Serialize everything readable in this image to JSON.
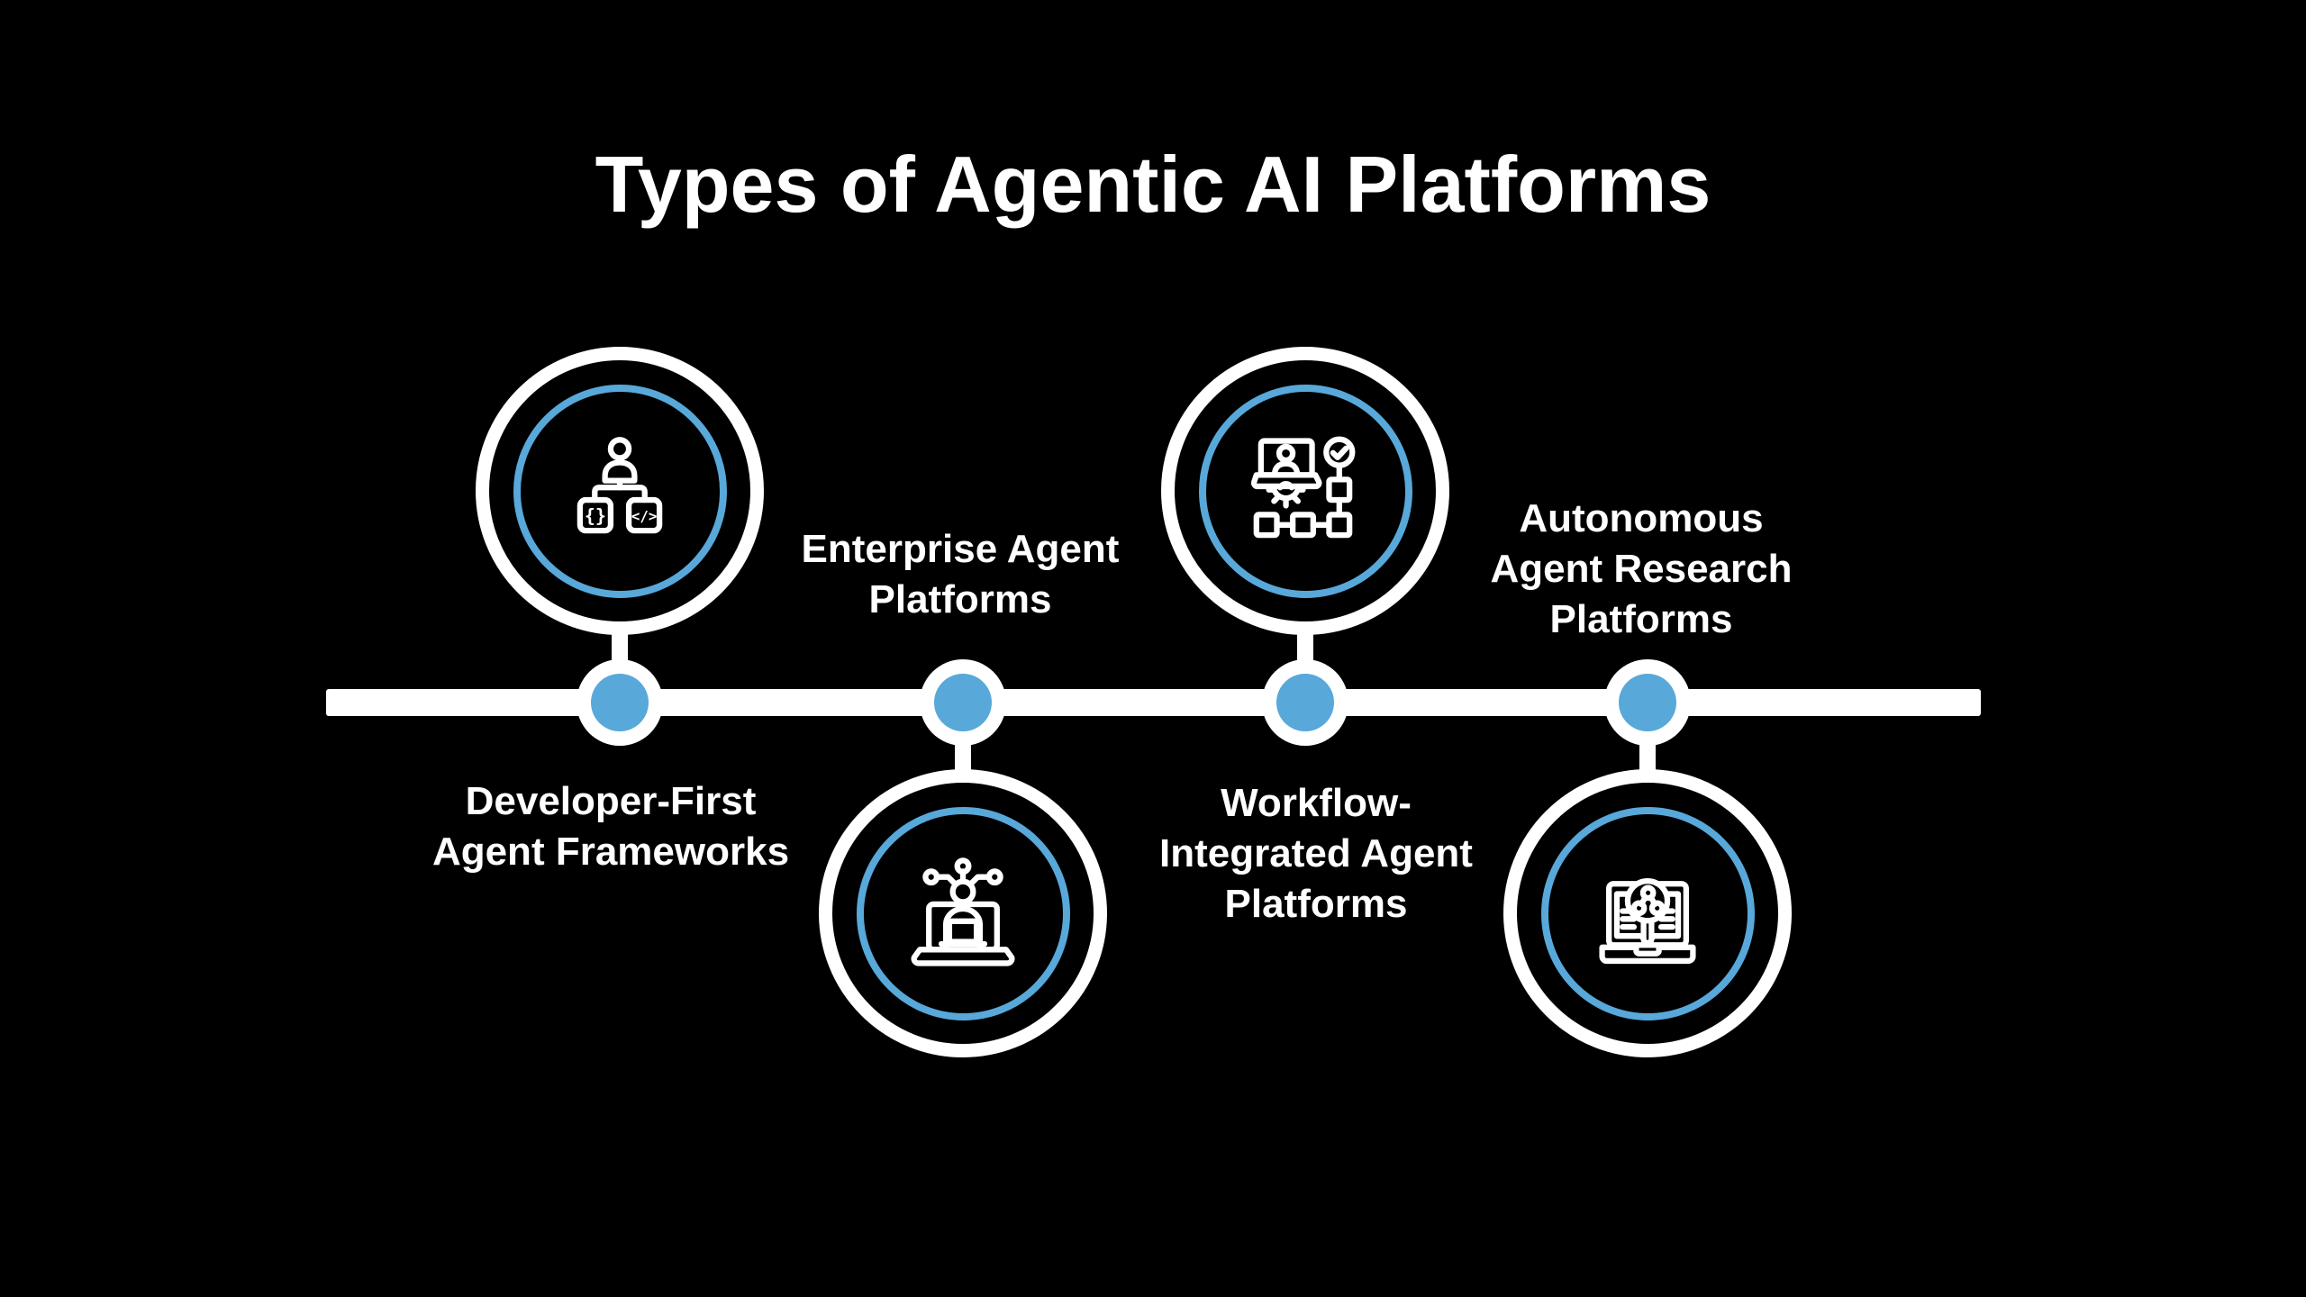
{
  "title": "Types of Agentic AI Platforms",
  "colors": {
    "background": "#000000",
    "foreground": "#FFFFFF",
    "accent_blue": "#58A8DA"
  },
  "timeline": {
    "orientation": "horizontal",
    "node_count": 4
  },
  "nodes": [
    {
      "id": 1,
      "circle_position": "above-line",
      "label_position": "below-line",
      "icon": "developer-person-code-blocks-icon",
      "label": "Developer-First Agent Frameworks",
      "label_lines": [
        "Developer-First",
        "Agent Frameworks"
      ]
    },
    {
      "id": 2,
      "circle_position": "below-line",
      "label_position": "above-line",
      "icon": "person-laptop-network-icon",
      "label": "Enterprise Agent Platforms",
      "label_lines": [
        "Enterprise Agent",
        "Platforms"
      ]
    },
    {
      "id": 3,
      "circle_position": "above-line",
      "label_position": "below-line",
      "icon": "laptop-gear-flowchart-check-icon",
      "label": "Workflow-Integrated Agent Platforms",
      "label_lines": [
        "Workflow-",
        "Integrated Agent",
        "Platforms"
      ]
    },
    {
      "id": 4,
      "circle_position": "below-line",
      "label_position": "above-line",
      "icon": "book-magnifier-network-icon",
      "label": "Autonomous Agent Research Platforms",
      "label_lines": [
        "Autonomous",
        "Agent Research",
        "Platforms"
      ]
    }
  ],
  "icon_glyphs": {
    "braces": "{}",
    "code": "</>"
  }
}
